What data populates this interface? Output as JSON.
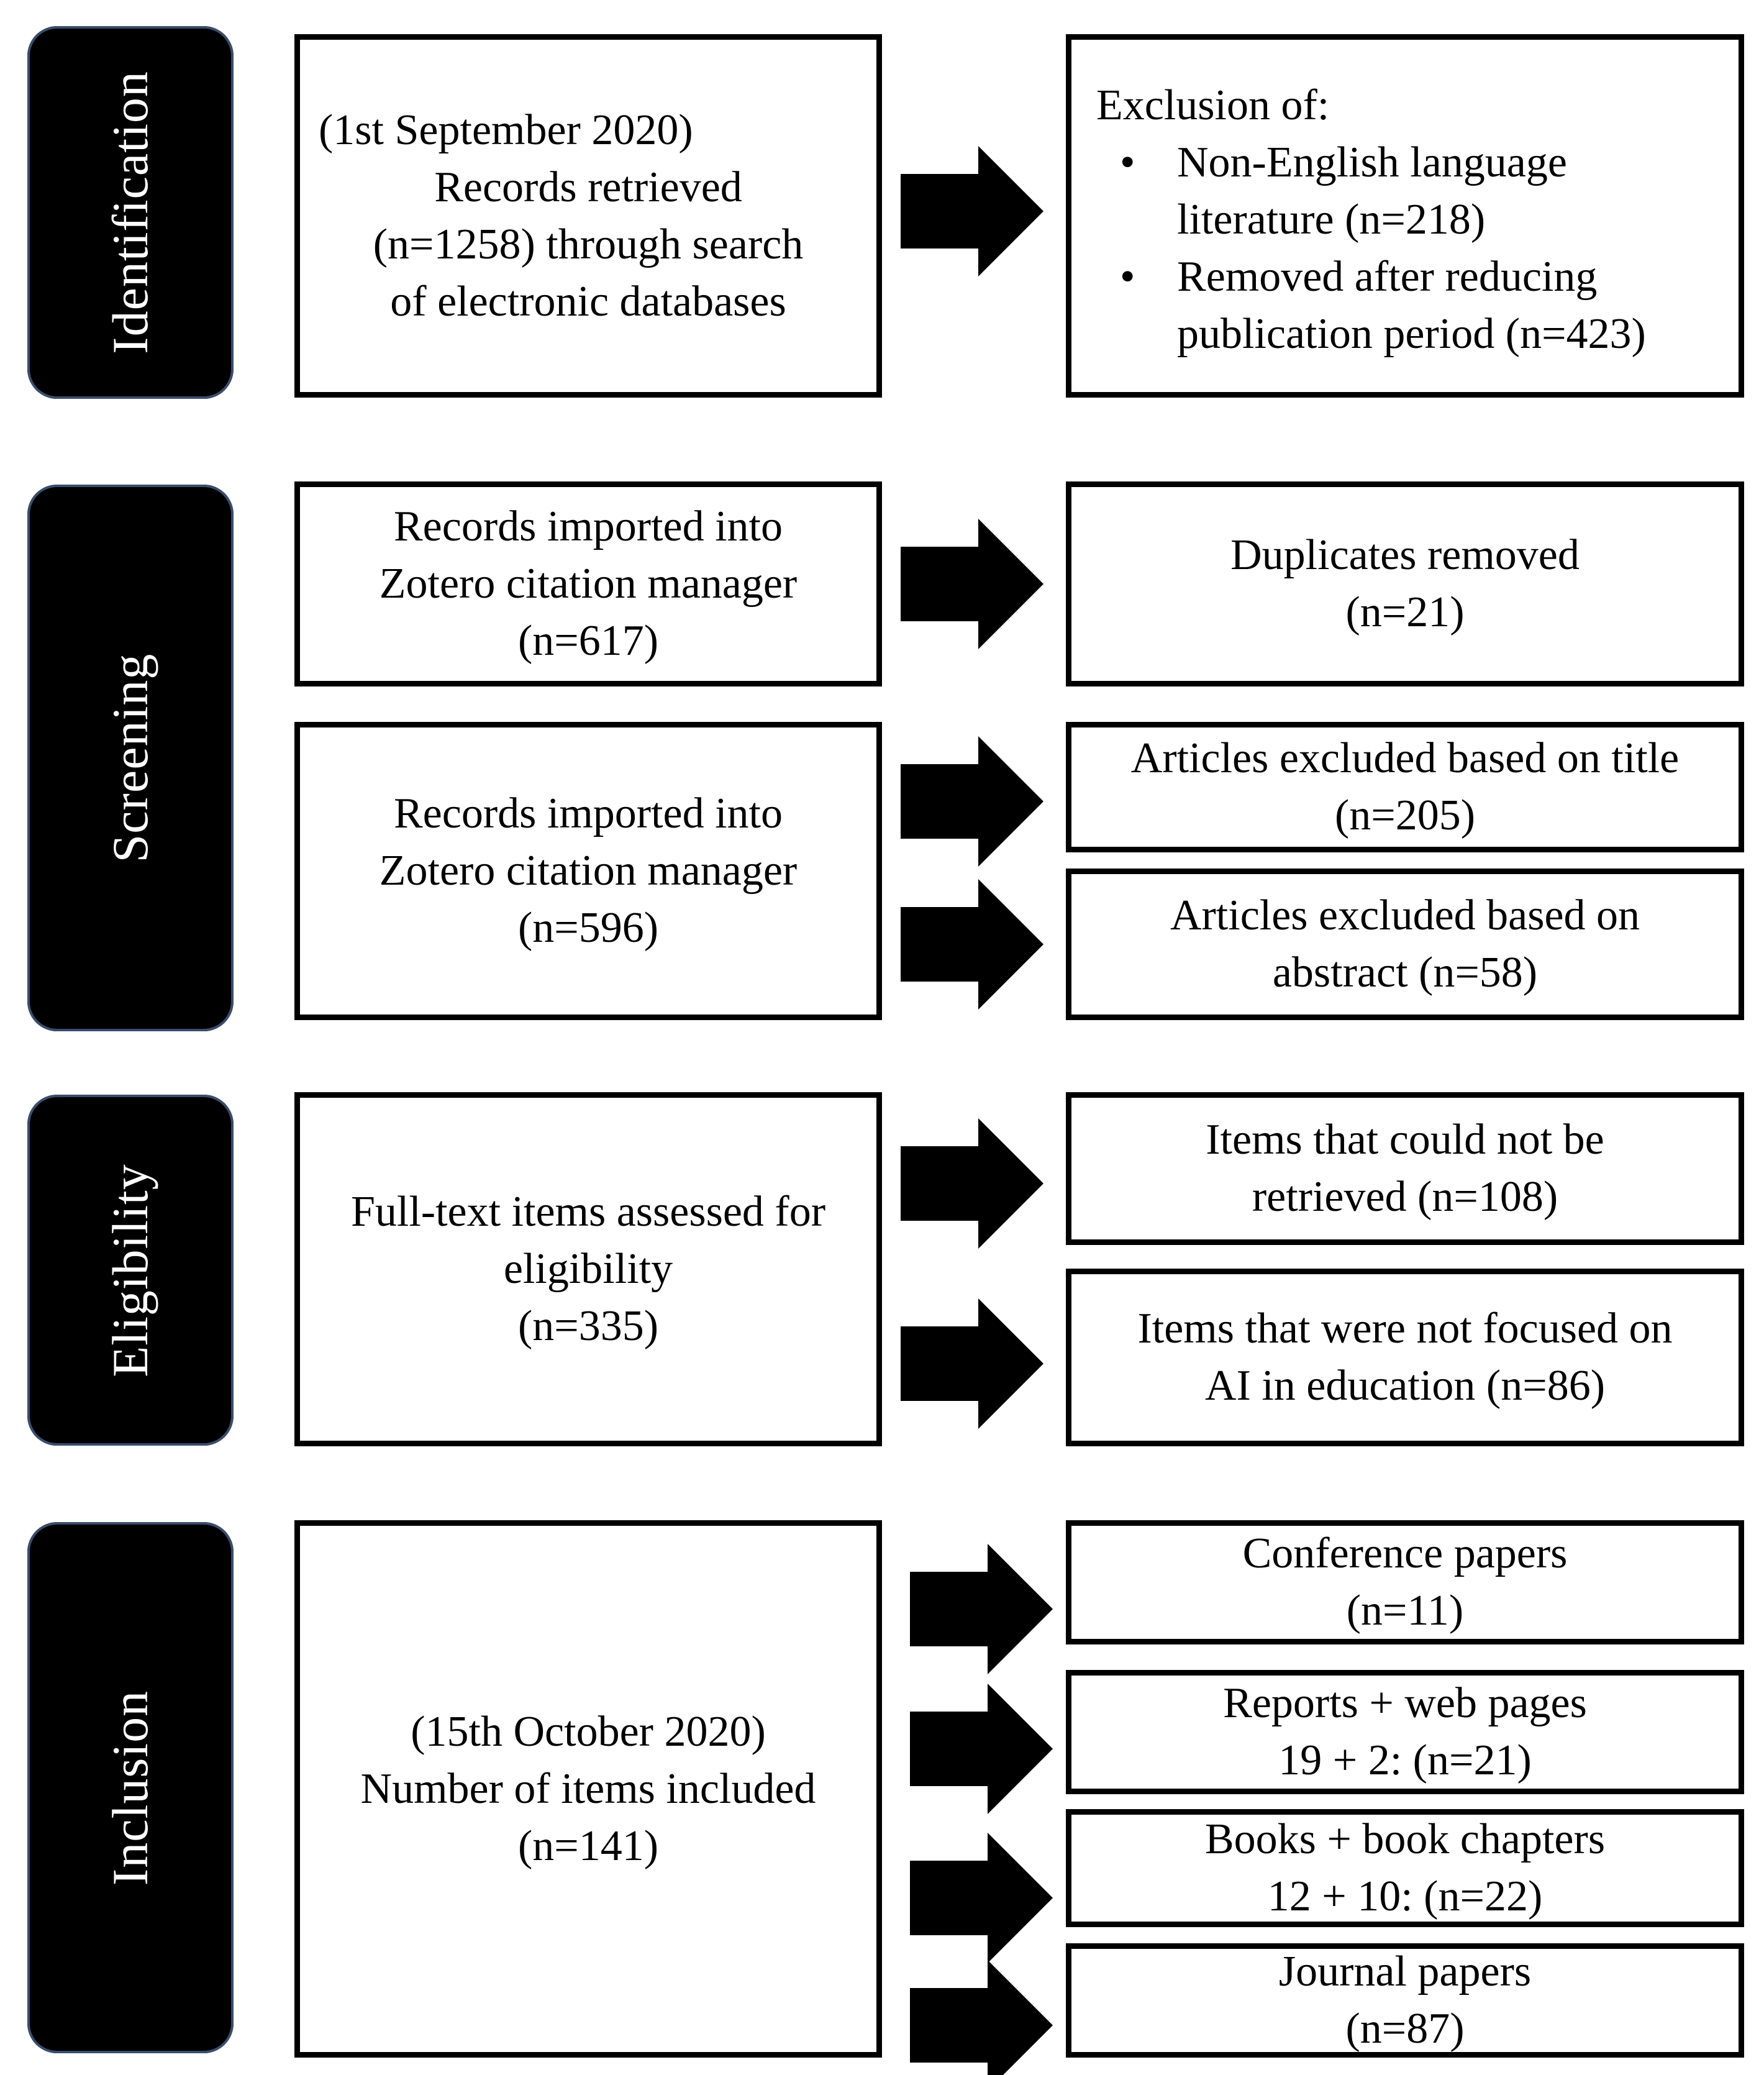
{
  "phases": {
    "identification": "Identification",
    "screening": "Screening",
    "eligibility": "Eligibility",
    "inclusion": "Inclusion"
  },
  "identification": {
    "records": [
      "(1st September 2020)",
      "Records retrieved",
      "(n=1258) through search",
      "of electronic databases"
    ],
    "exclusion_title": "Exclusion of:",
    "exclusion_items": [
      [
        "Non-English language",
        "literature (n=218)"
      ],
      [
        "Removed after reducing",
        "publication period (n=423)"
      ]
    ]
  },
  "screening": {
    "imported_1": [
      "Records imported into",
      "Zotero citation manager",
      "(n=617)"
    ],
    "duplicates": [
      "Duplicates removed",
      "(n=21)"
    ],
    "imported_2": [
      "Records imported into",
      "Zotero citation manager",
      "(n=596)"
    ],
    "excluded_title": [
      "Articles excluded based on title",
      "(n=205)"
    ],
    "excluded_abstract": [
      "Articles excluded based on",
      "abstract (n=58)"
    ]
  },
  "eligibility": {
    "assessed": [
      "Full-text items assessed for",
      "eligibility",
      "(n=335)"
    ],
    "not_retrieved": [
      "Items that could not be",
      "retrieved (n=108)"
    ],
    "not_focused": [
      "Items that were not focused on",
      "AI in education (n=86)"
    ]
  },
  "inclusion": {
    "included": [
      "(15th October 2020)",
      "Number of items included",
      "(n=141)"
    ],
    "conference": [
      "Conference papers",
      "(n=11)"
    ],
    "reports": [
      "Reports + web pages",
      "19 + 2: (n=21)"
    ],
    "books": [
      "Books + book chapters",
      "12 + 10: (n=22)"
    ],
    "journal": [
      "Journal papers",
      "(n=87)"
    ]
  }
}
